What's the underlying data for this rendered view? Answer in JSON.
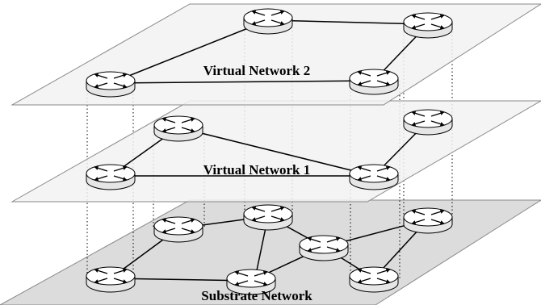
{
  "diagram": {
    "planes": [
      {
        "id": "vn2",
        "label": "Virtual Network 2",
        "fill": "#f2f2f2"
      },
      {
        "id": "vn1",
        "label": "Virtual Network 1",
        "fill": "#f2f2f2"
      },
      {
        "id": "substrate",
        "label": "Substrate Network",
        "fill": "#dcdcdc"
      }
    ],
    "colors": {
      "plane_stroke": "#8a8a8a",
      "link": "#000000",
      "router_top": "#ffffff",
      "router_side": "#e6e6e6"
    }
  }
}
